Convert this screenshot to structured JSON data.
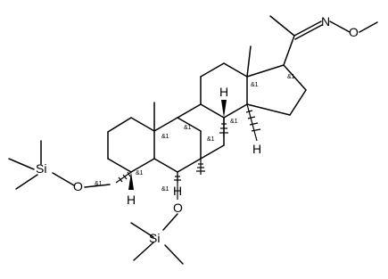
{
  "molecule": {
    "atom_labels": {
      "si_top": "Si",
      "o_c3": "O",
      "si_bottom": "Si",
      "o_c6": "O",
      "n_oxime": "N",
      "o_oxime": "O",
      "h_c5": "H",
      "h_c8": "H",
      "h_c9": "H",
      "h_c14": "H"
    },
    "stereo_labels": {
      "c3": "&1",
      "c5": "&1",
      "c6": "&1",
      "c8": "&1",
      "c9": "&1",
      "c10": "&1",
      "c13": "&1",
      "c14": "&1",
      "c17": "&1"
    }
  }
}
